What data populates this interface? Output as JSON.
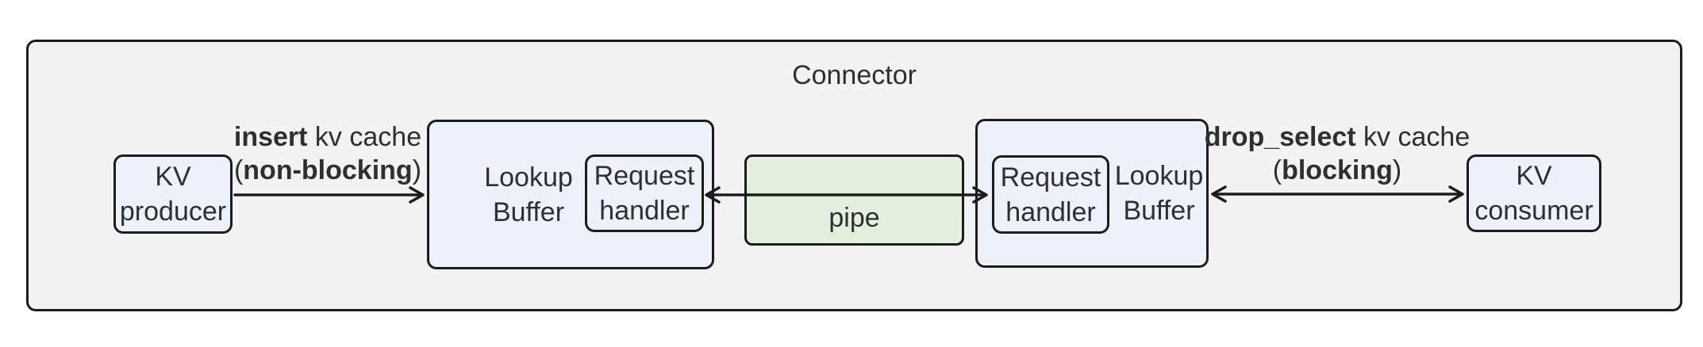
{
  "title": "Connector",
  "nodes": {
    "kv_producer": {
      "line1": "KV",
      "line2": "producer"
    },
    "lookup_buffer_left": {
      "line1": "Lookup",
      "line2": "Buffer"
    },
    "request_handler_left": {
      "line1": "Request",
      "line2": "handler"
    },
    "pipe": {
      "label": "pipe"
    },
    "lookup_buffer_right": {
      "line1": "Lookup",
      "line2": "Buffer"
    },
    "request_handler_right": {
      "line1": "Request",
      "line2": "handler"
    },
    "kv_consumer": {
      "line1": "KV",
      "line2": "consumer"
    }
  },
  "edges": {
    "insert": {
      "bold1": "insert",
      "rest1": " kv cache",
      "open2": "(",
      "bold2": "non-blocking",
      "close2": ")"
    },
    "drop_select": {
      "bold1": "drop_select",
      "rest1": " kv cache",
      "open2": "(",
      "bold2": "blocking",
      "close2": ")"
    }
  },
  "colors": {
    "canvas_bg": "#ffffff",
    "container_fill": "#f2f2f2",
    "node_fill": "#ecf1fa",
    "pipe_fill": "#e1efdc",
    "border": "#1c1c1e",
    "text": "#2d2f33"
  }
}
